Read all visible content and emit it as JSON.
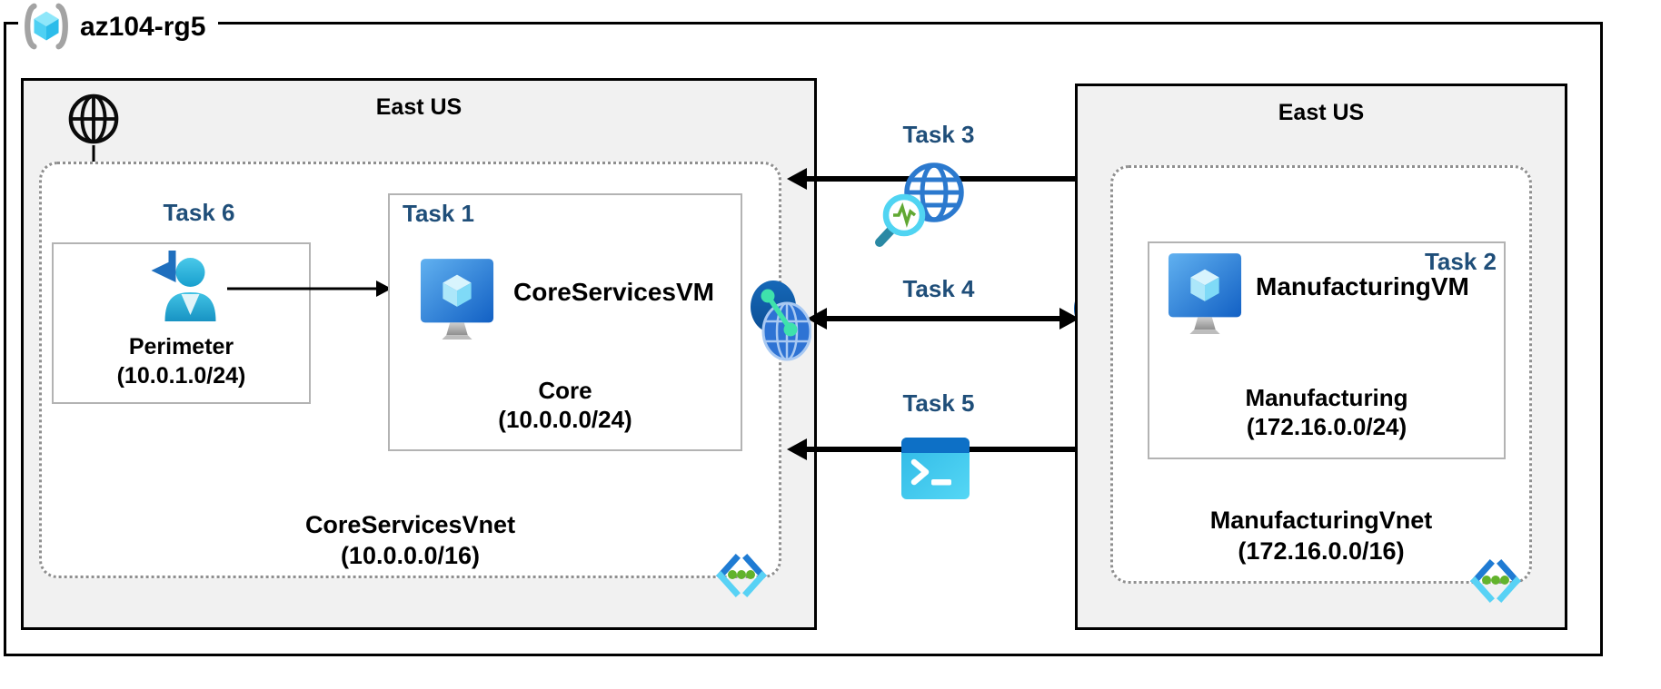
{
  "resource_group": {
    "name": "az104-rg5"
  },
  "left_region": {
    "location": "East US",
    "task6_label": "Task 6",
    "perimeter": {
      "name": "Perimeter",
      "cidr": "(10.0.1.0/24)"
    },
    "task1": {
      "label": "Task 1",
      "vm_name": "CoreServicesVM",
      "subnet_name": "Core",
      "subnet_cidr": "(10.0.0.0/24)"
    },
    "vnet": {
      "name": "CoreServicesVnet",
      "cidr": "(10.0.0.0/16)"
    }
  },
  "right_region": {
    "location": "East US",
    "task2": {
      "label": "Task 2",
      "vm_name": "ManufacturingVM",
      "subnet_name": "Manufacturing",
      "subnet_cidr": "(172.16.0.0/24)"
    },
    "vnet": {
      "name": "ManufacturingVnet",
      "cidr": "(172.16.0.0/16)"
    }
  },
  "connections": {
    "task3_label": "Task 3",
    "task4_label": "Task 4",
    "task5_label": "Task 5"
  },
  "icons": {
    "resource_group": "resource-group-icon",
    "internet": "internet-globe-icon",
    "remote_user": "remote-user-signin-icon",
    "virtual_machine": "virtual-machine-icon",
    "vnet_peering": "vnet-peering-icon",
    "network_watcher": "network-watcher-icon",
    "cloud_shell": "cloud-shell-icon",
    "virtual_network": "virtual-network-code-icon"
  },
  "colors": {
    "task_label": "#1F4E79",
    "region_fill": "#F1F1F1",
    "region_border": "#000000",
    "inner_box_border": "#B3B3B3",
    "dashed_border": "#8F8F8F",
    "arrow": "#000000",
    "vm_blue": "#1668C8",
    "cyan_accent": "#4FD0F3",
    "peering_green": "#3FE2AC",
    "dots_green": "#62B32C"
  }
}
